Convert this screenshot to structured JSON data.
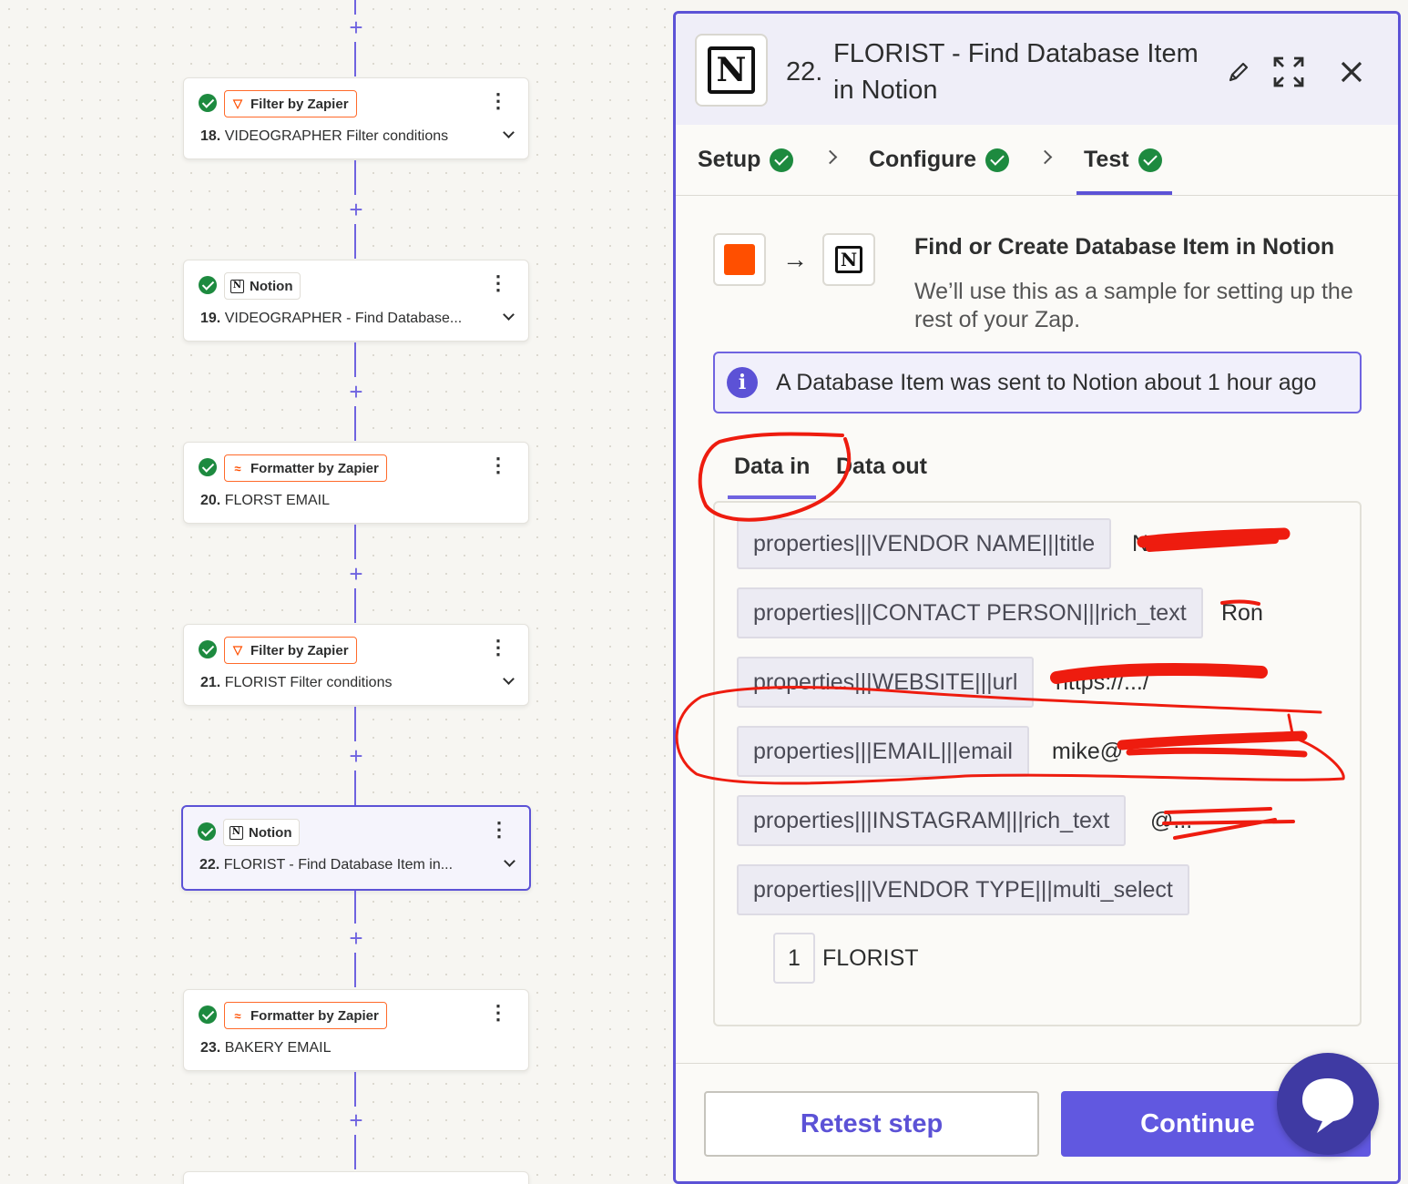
{
  "workflow": {
    "cards": [
      {
        "num": "18.",
        "name": "VIDEOGRAPHER Filter conditions",
        "app": "Filter by Zapier"
      },
      {
        "num": "19.",
        "name": "VIDEOGRAPHER - Find Database...",
        "app": "Notion"
      },
      {
        "num": "20.",
        "name": "FLORST EMAIL",
        "app": "Formatter by Zapier"
      },
      {
        "num": "21.",
        "name": "FLORIST Filter conditions",
        "app": "Filter by Zapier"
      },
      {
        "num": "22.",
        "name": "FLORIST - Find Database Item in...",
        "app": "Notion"
      },
      {
        "num": "23.",
        "name": "BAKERY EMAIL",
        "app": "Formatter by Zapier"
      }
    ],
    "plus": "+",
    "kebab": "⋮"
  },
  "panel": {
    "step_number": "22.",
    "title": "FLORIST - Find Database Item in Notion",
    "tabs": {
      "setup": "Setup",
      "configure": "Configure",
      "test": "Test"
    },
    "sample_title": "Find or Create Database Item in Notion",
    "sample_desc": "We’ll use this as a sample for setting up the rest of your Zap.",
    "info_text": "A Database Item was sent to Notion about 1 hour ago",
    "data_in": "Data in",
    "data_out": "Data out",
    "fields": [
      {
        "key": "properties|||VENDOR NAME|||title",
        "value": "Nu"
      },
      {
        "key": "properties|||CONTACT PERSON|||rich_text",
        "value": "Ron"
      },
      {
        "key": "properties|||WEBSITE|||url",
        "value": "https://.../"
      },
      {
        "key": "properties|||EMAIL|||email",
        "value": "mike@"
      },
      {
        "key": "properties|||INSTAGRAM|||rich_text",
        "value": "@..."
      },
      {
        "key": "properties|||VENDOR TYPE|||multi_select",
        "value": ""
      }
    ],
    "multi_index": "1",
    "multi_value": "FLORIST",
    "retest_label": "Retest step",
    "continue_label": "Continue"
  }
}
